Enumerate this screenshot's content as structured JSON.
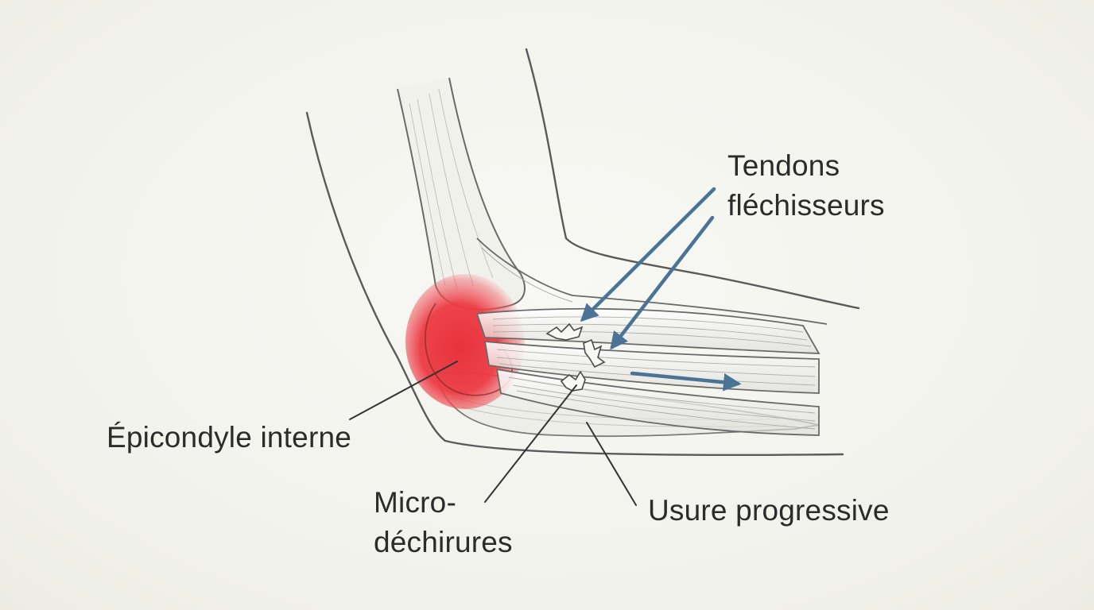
{
  "labels": {
    "tendons_line1": "Tendons",
    "tendons_line2": "fléchisseurs",
    "epicondyle": "Épicondyle interne",
    "micro_line1": "Micro-",
    "micro_line2": "déchirures",
    "usure": "Usure progressive"
  },
  "colors": {
    "background": "#f4f4ef",
    "outline": "#5a5a5a",
    "inflammation": "#e8323c",
    "arrow": "#4a7396",
    "text": "#2b2b2b"
  }
}
